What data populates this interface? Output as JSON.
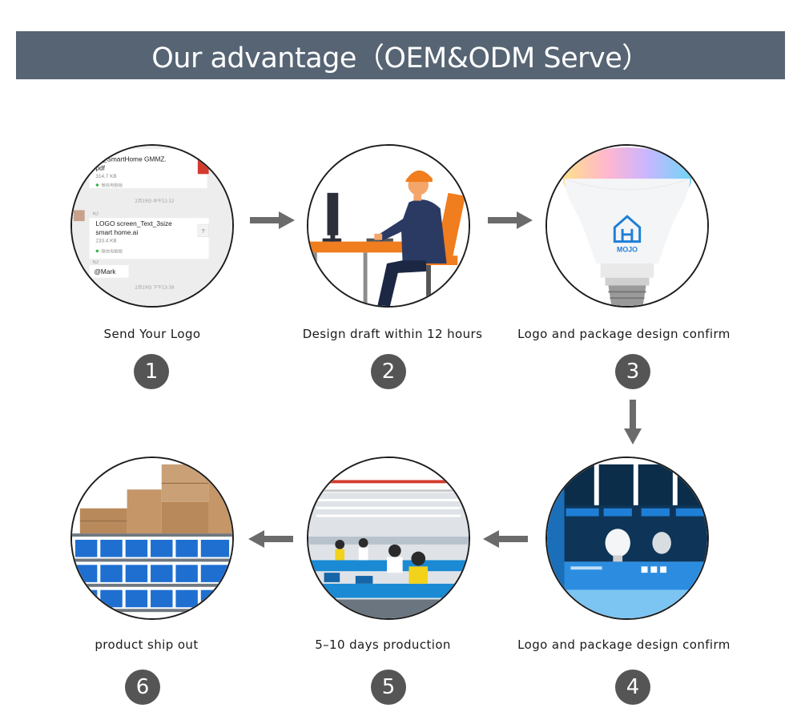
{
  "header": {
    "title": "Our advantage（OEM&ODM Serve）"
  },
  "steps": [
    {
      "number": "1",
      "label": "Send Your Logo",
      "chat": {
        "file1_name_line1": "go_SmartHome GMMZ.",
        "file1_name_line2": "pdf",
        "file1_size": "314.7 KB",
        "file1_source": "微信电脑版",
        "timestamp1": "2月19日 中午12:12",
        "sender": "NJ",
        "file2_name_line1": "LOGO screen_Text_3size",
        "file2_name_line2": "smart home.ai",
        "file2_size": "233.4 KB",
        "file2_source": "微信电脑版",
        "file2_ext": "?",
        "sender2": "NJ",
        "mention": "@Mark",
        "timestamp2": "2月19日 下午13:38"
      }
    },
    {
      "number": "2",
      "label": "Design draft within 12 hours"
    },
    {
      "number": "3",
      "label": "Logo and package design confirm",
      "brand": "MOJO"
    },
    {
      "number": "4",
      "label": "Logo and package design confirm"
    },
    {
      "number": "5",
      "label": "5–10 days production"
    },
    {
      "number": "6",
      "label": "product ship out"
    }
  ],
  "colors": {
    "banner": "#566474",
    "number_badge": "#555555",
    "arrow": "#6b6b6b",
    "accent_orange": "#f07d1e",
    "brand_blue": "#1f7fd6"
  }
}
